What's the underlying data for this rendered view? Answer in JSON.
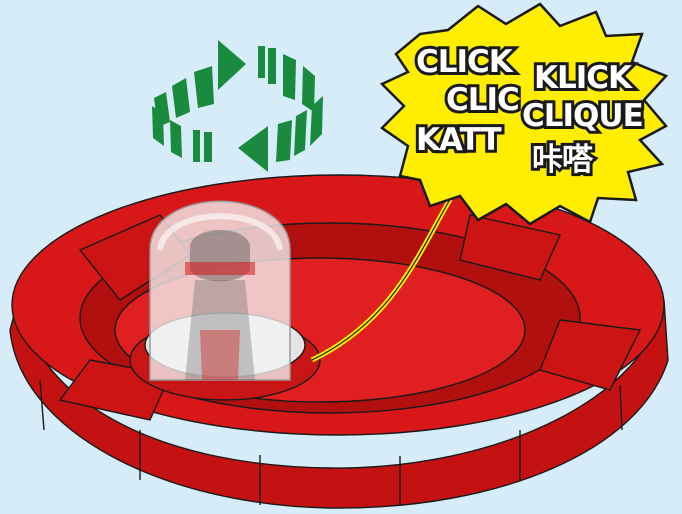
{
  "colors": {
    "background": "#d6ecf8",
    "arrow_green": "#1a8a3e",
    "ring_red": "#d81818",
    "ring_red_dark": "#9e0c0c",
    "burst_yellow": "#ffee00",
    "dome": "#f3f3f3"
  },
  "icons": [
    "rotate-arrows-icon"
  ],
  "sound_effect": {
    "words": [
      "CLICK",
      "KLICK",
      "CLIC",
      "CLIQUE",
      "KATT",
      "咔嗒"
    ]
  }
}
